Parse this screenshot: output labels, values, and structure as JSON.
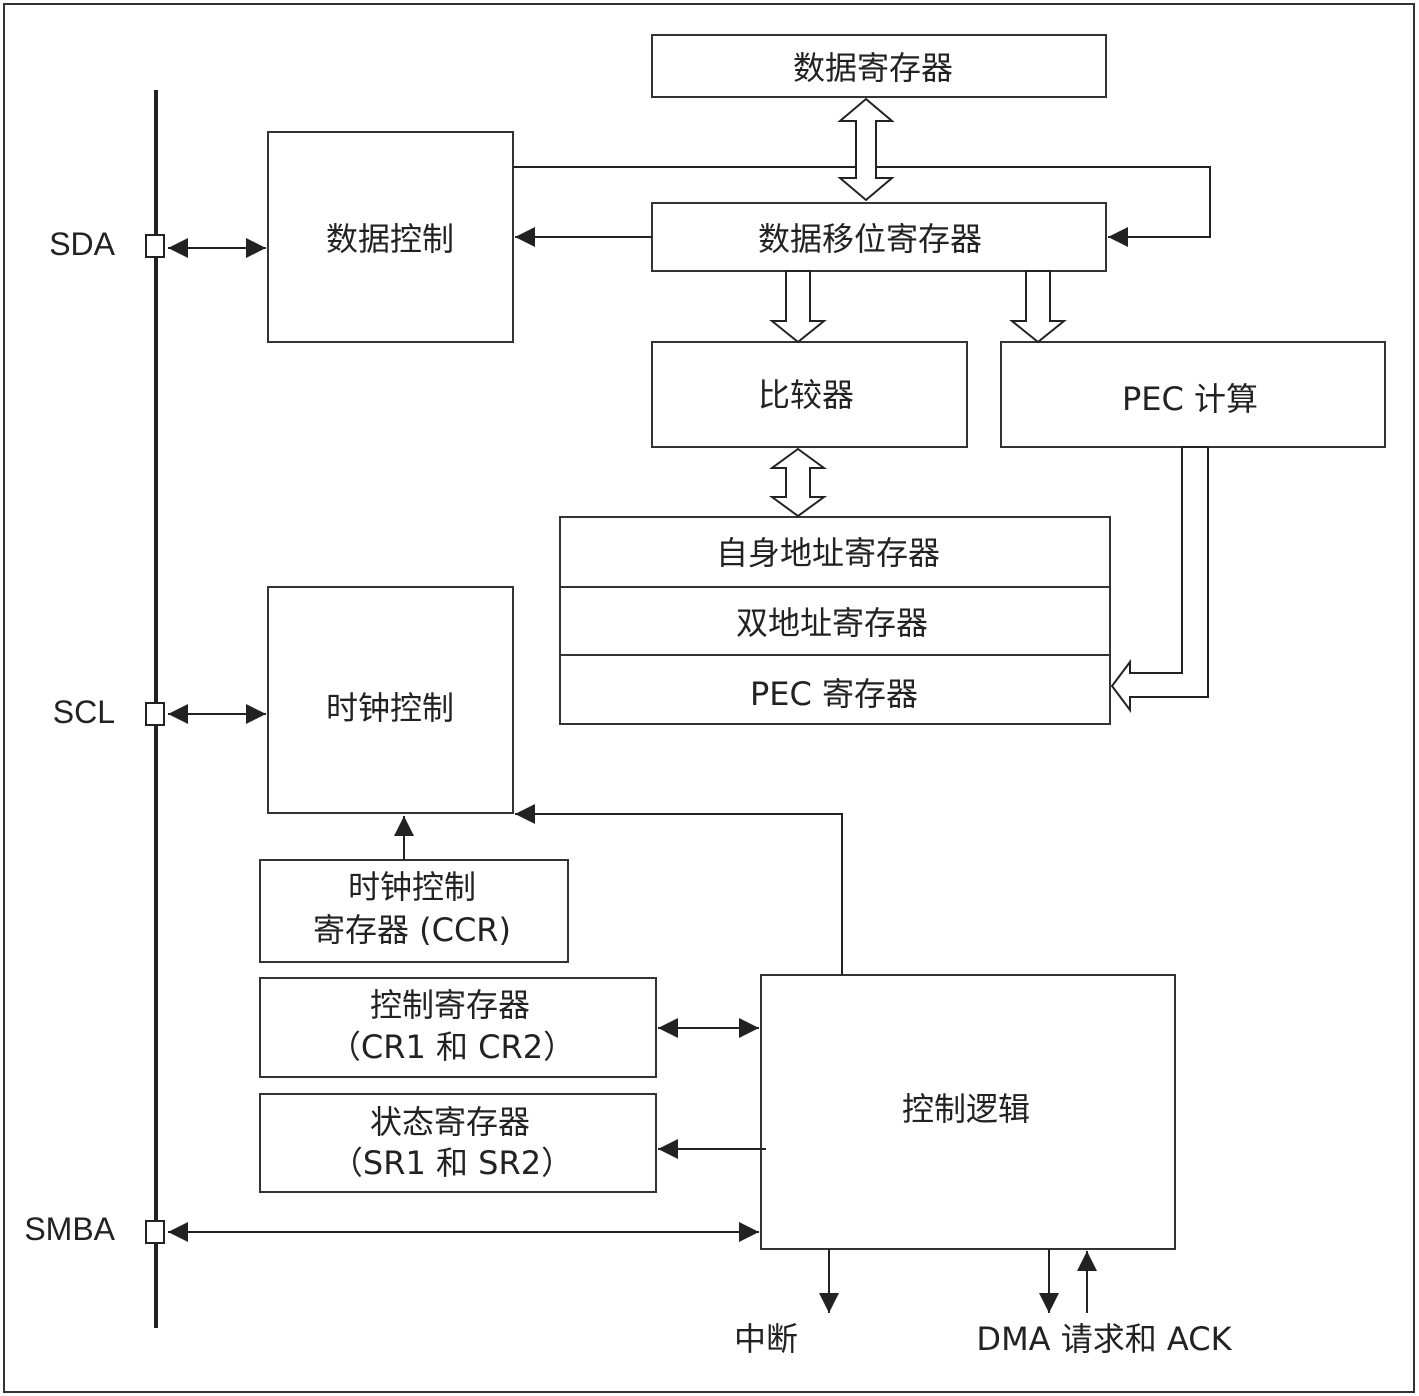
{
  "pins": {
    "sda": "SDA",
    "scl": "SCL",
    "smba": "SMBA"
  },
  "blocks": {
    "data_register": "数据寄存器",
    "data_control": "数据控制",
    "data_shift_register": "数据移位寄存器",
    "comparator": "比较器",
    "pec_calc": "PEC 计算",
    "own_address_register": "自身地址寄存器",
    "dual_address_register": "双地址寄存器",
    "pec_register": "PEC 寄存器",
    "clock_control": "时钟控制",
    "ccr_line1": "时钟控制",
    "ccr_line2": "寄存器 (CCR)",
    "cr_line1": "控制寄存器",
    "cr_line2": "（CR1 和 CR2）",
    "sr_line1": "状态寄存器",
    "sr_line2": "（SR1 和 SR2）",
    "control_logic": "控制逻辑"
  },
  "outputs": {
    "interrupt": "中断",
    "dma": "DMA 请求和 ACK"
  }
}
